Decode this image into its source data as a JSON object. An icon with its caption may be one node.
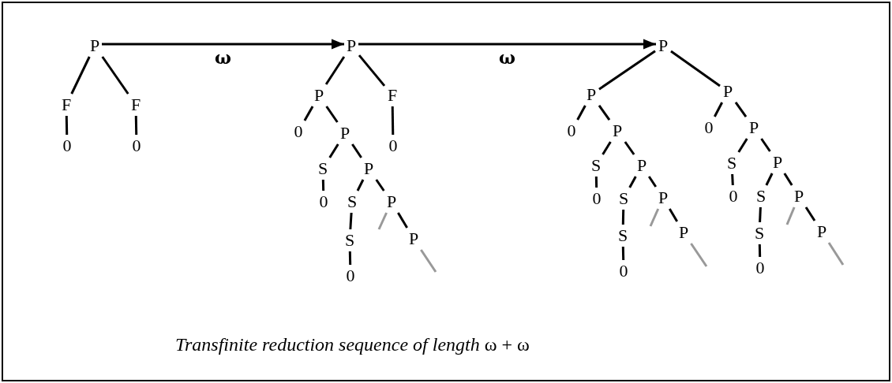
{
  "diagram": {
    "caption": "*Transfinite reduction sequence of length* ω + ω",
    "nodes": [
      {
        "text": [
          "P"
        ]
      },
      {
        "text": [
          "F"
        ]
      },
      {
        "text": [
          "F"
        ]
      },
      {
        "text": [
          "0"
        ]
      },
      {
        "text": [
          "0"
        ]
      },
      {
        "text": [
          "P"
        ]
      },
      {
        "text": [
          "P"
        ]
      },
      {
        "text": [
          "F"
        ]
      },
      {
        "text": [
          "0"
        ]
      },
      {
        "text": [
          "P"
        ]
      },
      {
        "text": [
          "0"
        ]
      },
      {
        "text": [
          "S"
        ]
      },
      {
        "text": [
          "P"
        ]
      },
      {
        "text": [
          "0"
        ]
      },
      {
        "text": [
          "S"
        ]
      },
      {
        "text": [
          "P"
        ]
      },
      {
        "text": [
          "S"
        ]
      },
      {
        "text": [
          "P"
        ]
      },
      {
        "text": [
          "0"
        ]
      },
      {
        "text": [
          "P"
        ]
      },
      {
        "text": [
          "P"
        ]
      },
      {
        "text": [
          "P"
        ]
      },
      {
        "text": [
          "0"
        ]
      },
      {
        "text": [
          "P"
        ]
      },
      {
        "text": [
          "0"
        ]
      },
      {
        "text": [
          "P"
        ]
      },
      {
        "text": [
          "S"
        ]
      },
      {
        "text": [
          "P"
        ]
      },
      {
        "text": [
          "S"
        ]
      },
      {
        "text": [
          "P"
        ]
      },
      {
        "text": [
          "0"
        ]
      },
      {
        "text": [
          "S"
        ]
      },
      {
        "text": [
          "P"
        ]
      },
      {
        "text": [
          "0"
        ]
      },
      {
        "text": [
          "S"
        ]
      },
      {
        "text": [
          "P"
        ]
      },
      {
        "text": [
          "S"
        ]
      },
      {
        "text": [
          "P"
        ]
      },
      {
        "text": [
          "S"
        ]
      },
      {
        "text": [
          "P"
        ]
      },
      {
        "text": [
          "0"
        ]
      },
      {
        "text": [
          "0"
        ]
      }
    ],
    "edges": [
      {
        "from": 0,
        "to": 1,
        "arrow": "none"
      },
      {
        "from": 0,
        "to": 2,
        "arrow": "none"
      },
      {
        "from": 1,
        "to": 3,
        "arrow": "none"
      },
      {
        "from": 2,
        "to": 4,
        "arrow": "none"
      },
      {
        "from": 0,
        "to": 5,
        "arrow": "to",
        "label": "ω"
      },
      {
        "from": 5,
        "to": 6,
        "arrow": "none"
      },
      {
        "from": 5,
        "to": 7,
        "arrow": "none"
      },
      {
        "from": 6,
        "to": 8,
        "arrow": "none"
      },
      {
        "from": 6,
        "to": 9,
        "arrow": "none"
      },
      {
        "from": 7,
        "to": 10,
        "arrow": "none"
      },
      {
        "from": 9,
        "to": 11,
        "arrow": "none"
      },
      {
        "from": 9,
        "to": 12,
        "arrow": "none"
      },
      {
        "from": 11,
        "to": 13,
        "arrow": "none"
      },
      {
        "from": 12,
        "to": 14,
        "arrow": "none"
      },
      {
        "from": 12,
        "to": 15,
        "arrow": "none"
      },
      {
        "from": 14,
        "to": 16,
        "arrow": "none"
      },
      {
        "from": 15,
        "to": 17,
        "arrow": "none"
      },
      {
        "from": 16,
        "to": 18,
        "arrow": "none"
      },
      {
        "from": 15,
        "to": null,
        "arrow": "none",
        "color": "#999999"
      },
      {
        "from": 17,
        "to": null,
        "arrow": "none",
        "color": "#999999"
      },
      {
        "from": 5,
        "to": 19,
        "arrow": "to",
        "label": "ω"
      },
      {
        "from": 19,
        "to": 20,
        "arrow": "none"
      },
      {
        "from": 19,
        "to": 21,
        "arrow": "none"
      },
      {
        "from": 20,
        "to": 22,
        "arrow": "none"
      },
      {
        "from": 20,
        "to": 23,
        "arrow": "none"
      },
      {
        "from": 23,
        "to": 26,
        "arrow": "none"
      },
      {
        "from": 23,
        "to": 27,
        "arrow": "none"
      },
      {
        "from": 26,
        "to": 30,
        "arrow": "none"
      },
      {
        "from": 27,
        "to": 31,
        "arrow": "none"
      },
      {
        "from": 27,
        "to": 32,
        "arrow": "none"
      },
      {
        "from": 31,
        "to": 36,
        "arrow": "none"
      },
      {
        "from": 32,
        "to": 37,
        "arrow": "none"
      },
      {
        "from": 36,
        "to": 40,
        "arrow": "none"
      },
      {
        "from": 32,
        "to": null,
        "arrow": "none",
        "color": "#999999"
      },
      {
        "from": 37,
        "to": null,
        "arrow": "none",
        "color": "#999999"
      },
      {
        "from": 21,
        "to": 24,
        "arrow": "none"
      },
      {
        "from": 21,
        "to": 25,
        "arrow": "none"
      },
      {
        "from": 25,
        "to": 28,
        "arrow": "none"
      },
      {
        "from": 25,
        "to": 29,
        "arrow": "none"
      },
      {
        "from": 28,
        "to": 33,
        "arrow": "none"
      },
      {
        "from": 29,
        "to": 34,
        "arrow": "none"
      },
      {
        "from": 29,
        "to": 35,
        "arrow": "none"
      },
      {
        "from": 34,
        "to": 38,
        "arrow": "none"
      },
      {
        "from": 35,
        "to": 39,
        "arrow": "none"
      },
      {
        "from": 38,
        "to": 41,
        "arrow": "none"
      },
      {
        "from": 35,
        "to": null,
        "arrow": "none",
        "color": "#999999"
      },
      {
        "from": 39,
        "to": null,
        "arrow": "none",
        "color": "#999999"
      }
    ]
  }
}
